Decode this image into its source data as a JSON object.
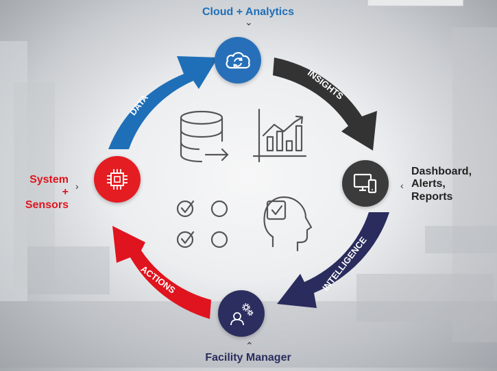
{
  "nodes": {
    "top": "Cloud + Analytics",
    "right": [
      "Dashboard,",
      "Alerts,",
      "Reports"
    ],
    "bottom": "Facility Manager",
    "left": [
      "System",
      "+ Sensors"
    ]
  },
  "arrows": {
    "data": "DATA",
    "insights": "INSIGHTS",
    "intelligence": "INTELLIGENCE",
    "actions": "ACTIONS"
  },
  "colors": {
    "blue": "#1f6fb8",
    "dark": "#333333",
    "navy": "#2a2c5e",
    "red": "#e0141e",
    "node_blue": "#2770b9",
    "node_dark": "#3b3b3b",
    "node_navy": "#2c2e60",
    "node_red": "#e41d22"
  },
  "icons": {
    "top_node": "cloud-sync-icon",
    "right_node": "devices-icon",
    "bottom_node": "manager-gears-icon",
    "left_node": "chip-icon",
    "center": [
      "database-export-icon",
      "bar-chart-growth-icon",
      "checklist-icon",
      "head-check-icon"
    ]
  }
}
